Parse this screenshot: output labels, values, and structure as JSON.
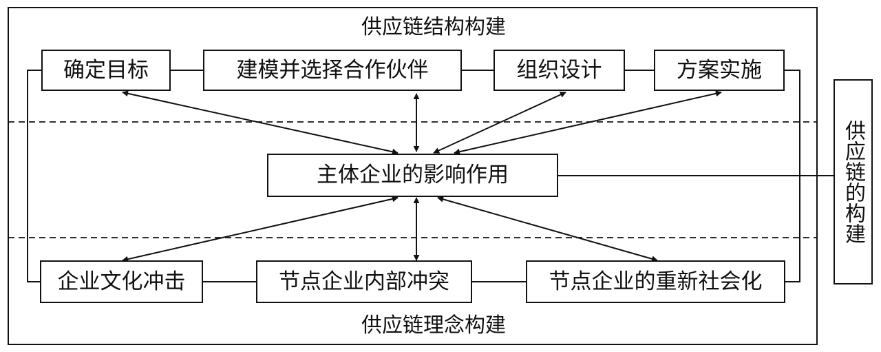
{
  "diagram": {
    "top_title": "供应链结构构建",
    "bottom_title": "供应链理念构建",
    "center": "主体企业的影响作用",
    "right_label": "供应链的构建",
    "top_boxes": [
      "确定目标",
      "建模并选择合作伙伴",
      "组织设计",
      "方案实施"
    ],
    "bottom_boxes": [
      "企业文化冲击",
      "节点企业内部冲突",
      "节点企业的重新社会化"
    ]
  }
}
